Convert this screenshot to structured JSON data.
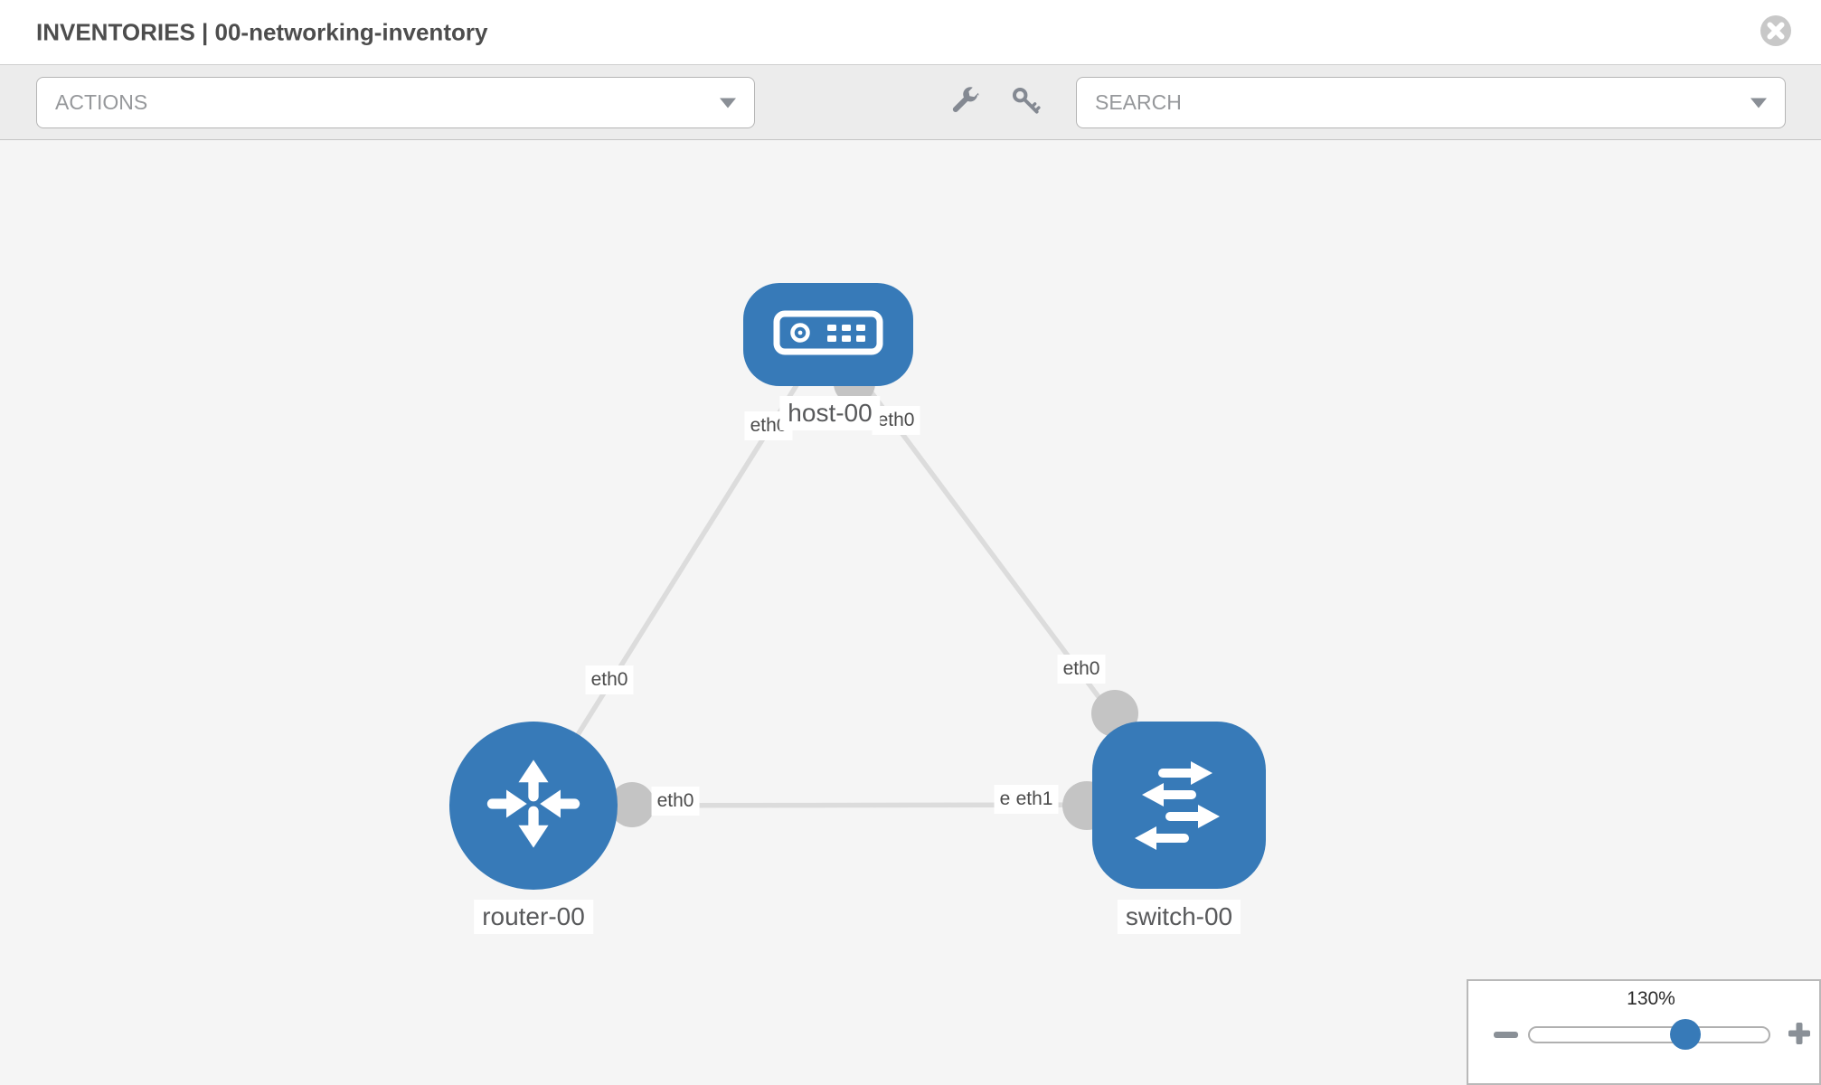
{
  "header": {
    "title": "INVENTORIES | 00-networking-inventory"
  },
  "toolbar": {
    "actions_placeholder": "ACTIONS",
    "search_placeholder": "SEARCH",
    "icons": [
      "wrench-icon",
      "key-icon"
    ]
  },
  "topology": {
    "nodes": {
      "host": {
        "label": "host-00",
        "type": "host"
      },
      "router": {
        "label": "router-00",
        "type": "router"
      },
      "switch": {
        "label": "switch-00",
        "type": "switch"
      }
    },
    "links": [
      {
        "source": "host-00",
        "target": "router-00",
        "source_interface": "eth0",
        "target_interface": "eth0"
      },
      {
        "source": "host-00",
        "target": "switch-00",
        "source_interface": "eth0",
        "target_interface": "eth0"
      },
      {
        "source": "router-00",
        "target": "switch-00",
        "source_interface": "eth0",
        "target_interface": "eth1"
      }
    ],
    "interface_labels": {
      "host_to_router": "eth0",
      "host_to_switch": "eth0",
      "router_to_host": "eth0",
      "router_to_switch": "eth0",
      "switch_to_host": "eth0",
      "switch_to_router_back": "eth0",
      "switch_to_router_front": "eth1"
    }
  },
  "zoom_panel": {
    "level": "130%"
  },
  "colors": {
    "node_blue": "#377ab8",
    "link_gray": "#dcdcdc",
    "connector_gray": "#c4c4c4",
    "toolbar_bg": "#ececec",
    "canvas_bg": "#f5f5f5",
    "title_text": "#4d4d4d",
    "icon_gray": "#848992"
  }
}
